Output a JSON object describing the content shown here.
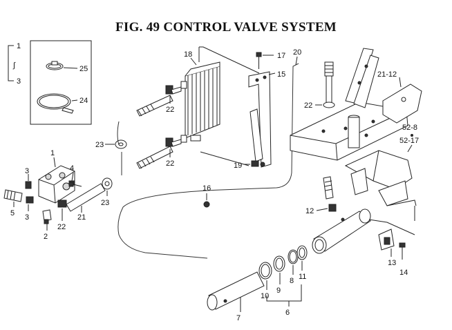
{
  "figure": {
    "title": "FIG. 49  CONTROL VALVE SYSTEM"
  },
  "callouts": {
    "c1": "1",
    "c1b": "1",
    "c2": "2",
    "c3a": "3",
    "c3b": "3",
    "c3c": "3",
    "c4": "4",
    "c5": "5",
    "c6": "6",
    "c7": "7",
    "c8": "8",
    "c9": "9",
    "c10": "10",
    "c11": "11",
    "c12": "12",
    "c13": "13",
    "c14": "14",
    "c15": "15",
    "c16": "16",
    "c17": "17",
    "c18": "18",
    "c19": "19",
    "c20": "20",
    "c21": "21",
    "c21_12": "21-12",
    "c22a": "22",
    "c22b": "22",
    "c22c": "22",
    "c22d": "22",
    "c23a": "23",
    "c23b": "23",
    "c24": "24",
    "c25": "25",
    "c52_8": "52-8",
    "c52_17": "52-17",
    "range_mark": "∫"
  }
}
